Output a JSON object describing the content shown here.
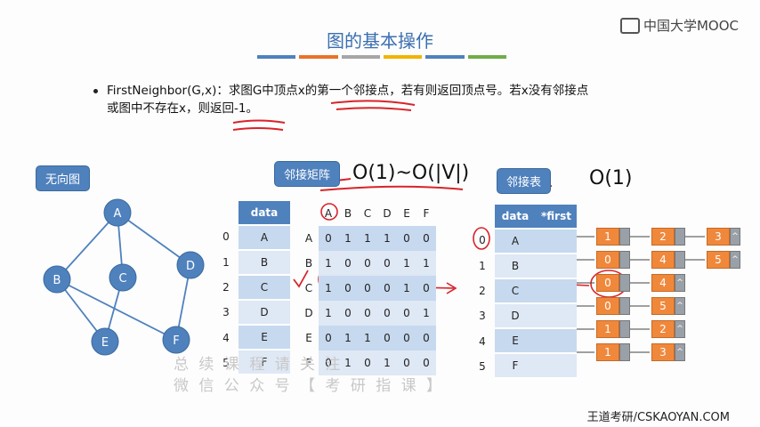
{
  "header": {
    "title": "图的基本操作",
    "logo_text": "中国大学MOOC",
    "colorbar": [
      "#4f81bd",
      "#e8732a",
      "#a6a6a6",
      "#f2b400",
      "#4f81bd",
      "#70ad47"
    ]
  },
  "description": {
    "line1": "FirstNeighbor(G,x)：求图G中顶点x的第一个邻接点，若有则返回顶点号。若x没有邻接点",
    "line2": "或图中不存在x，则返回-1。"
  },
  "graph": {
    "label": "无向图",
    "vertices": [
      "A",
      "B",
      "C",
      "D",
      "E",
      "F"
    ],
    "edges": [
      [
        "A",
        "B"
      ],
      [
        "A",
        "C"
      ],
      [
        "A",
        "D"
      ],
      [
        "B",
        "E"
      ],
      [
        "C",
        "E"
      ],
      [
        "B",
        "F"
      ],
      [
        "D",
        "F"
      ]
    ]
  },
  "matrix_section": {
    "label": "邻接矩阵",
    "complexity": "O(1)~O(|V|)",
    "data_header": "data",
    "indices": [
      "0",
      "1",
      "2",
      "3",
      "4",
      "5"
    ],
    "col_headers": [
      "A",
      "B",
      "C",
      "D",
      "E",
      "F"
    ],
    "row_headers": [
      "A",
      "B",
      "C",
      "D",
      "E",
      "F"
    ],
    "rows": [
      [
        "0",
        "1",
        "1",
        "1",
        "0",
        "0"
      ],
      [
        "1",
        "0",
        "0",
        "0",
        "1",
        "1"
      ],
      [
        "1",
        "0",
        "0",
        "0",
        "1",
        "0"
      ],
      [
        "1",
        "0",
        "0",
        "0",
        "0",
        "1"
      ],
      [
        "0",
        "1",
        "1",
        "0",
        "0",
        "0"
      ],
      [
        "0",
        "1",
        "0",
        "1",
        "0",
        "0"
      ]
    ]
  },
  "list_section": {
    "label": "邻接表",
    "complexity": "O(1)",
    "headers": [
      "data",
      "*first"
    ],
    "indices": [
      "0",
      "1",
      "2",
      "3",
      "4",
      "5"
    ],
    "vertices": [
      "A",
      "B",
      "C",
      "D",
      "E",
      "F"
    ],
    "chains": [
      [
        "1",
        "2",
        "3"
      ],
      [
        "0",
        "4",
        "5"
      ],
      [
        "0",
        "4"
      ],
      [
        "0",
        "5"
      ],
      [
        "1",
        "2"
      ],
      [
        "1",
        "3"
      ]
    ],
    "null_mark": "^"
  },
  "watermark": {
    "line1": "总 续 课 程 请 关 注",
    "line2": "微 信 公 众 号 【 考 研 指 课 】"
  },
  "footer": {
    "text": "王道考研/CSKAOYAN.COM"
  }
}
